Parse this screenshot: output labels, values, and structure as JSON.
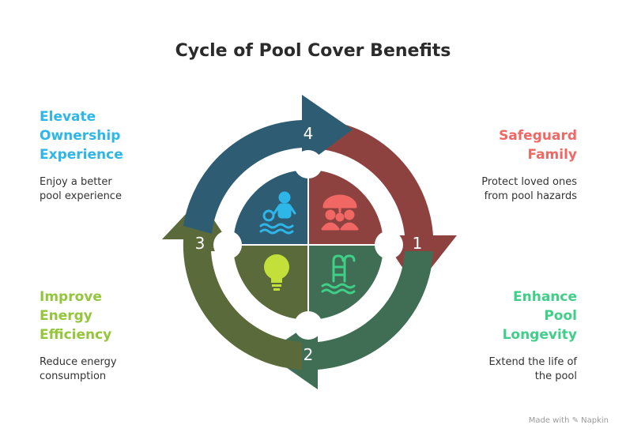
{
  "title": "Cycle of Pool Cover Benefits",
  "colors": {
    "quad1": "#8e4240",
    "quad2": "#3f6e55",
    "quad3": "#5b6a3a",
    "quad4": "#2e5d73",
    "heading_tl": "#2fb6e8",
    "heading_tr": "#f06763",
    "heading_bl": "#94c63b",
    "heading_br": "#3fcf88"
  },
  "steps": [
    {
      "number": "1",
      "heading": "Safeguard\nFamily",
      "description": "Protect loved ones\nfrom pool hazards",
      "icon": "family-umbrella-icon"
    },
    {
      "number": "2",
      "heading": "Enhance\nPool\nLongevity",
      "description": "Extend the life of\nthe pool",
      "icon": "pool-ladder-icon"
    },
    {
      "number": "3",
      "heading": "Improve\nEnergy\nEfficiency",
      "description": "Reduce energy\nconsumption",
      "icon": "lightbulb-icon"
    },
    {
      "number": "4",
      "heading": "Elevate\nOwnership\nExperience",
      "description": "Enjoy a better\npool experience",
      "icon": "swimmer-icon"
    }
  ],
  "footer": "Made with ✎ Napkin"
}
